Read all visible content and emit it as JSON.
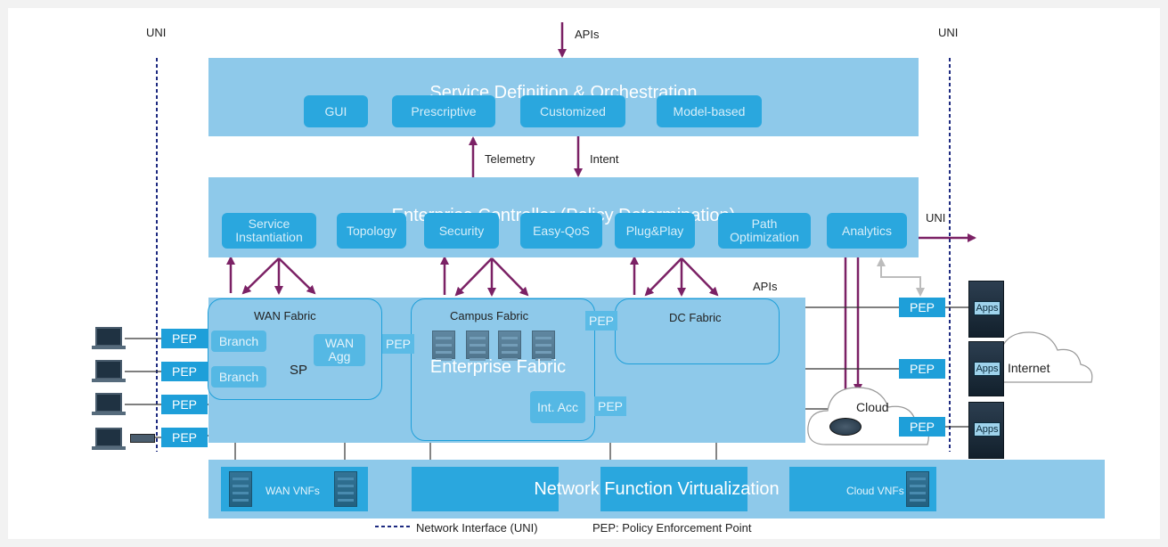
{
  "labels": {
    "uni_left": "UNI",
    "uni_right_top": "UNI",
    "uni_right_mid": "UNI",
    "apis_top": "APIs",
    "apis_mid": "APIs",
    "telemetry": "Telemetry",
    "intent": "Intent",
    "internet": "Internet",
    "cloud": "Cloud",
    "sp": "SP"
  },
  "orchestration": {
    "title": "Service Definition & Orchestration",
    "chips": [
      "GUI",
      "Prescriptive",
      "Customized",
      "Model-based"
    ]
  },
  "controller": {
    "title": "Enterprise Controller (Policy Determination)",
    "chips": [
      "Service Instantiation",
      "Topology",
      "Security",
      "Easy-QoS",
      "Plug&Play",
      "Path Optimization",
      "Analytics"
    ]
  },
  "fabric": {
    "title": "Enterprise Fabric",
    "wan_title": "WAN Fabric",
    "campus_title": "Campus Fabric",
    "dc_title": "DC Fabric",
    "branch1": "Branch",
    "branch2": "Branch",
    "wan_agg": "WAN Agg",
    "int_acc": "Int. Acc"
  },
  "pep": "PEP",
  "apps": "Apps",
  "nfv": {
    "title": "Network Function Virtualization",
    "wan_vnfs": "WAN VNFs",
    "cloud_vnfs": "Cloud VNFs"
  },
  "legend": {
    "uni": "Network Interface (UNI)",
    "pep": "PEP: Policy Enforcement Point"
  },
  "colors": {
    "layer": "#8ec9ea",
    "chip": "#2aa7de",
    "pep": "#1e9fd9",
    "arrow": "#7b2165",
    "uni_line": "#1d2a80"
  }
}
